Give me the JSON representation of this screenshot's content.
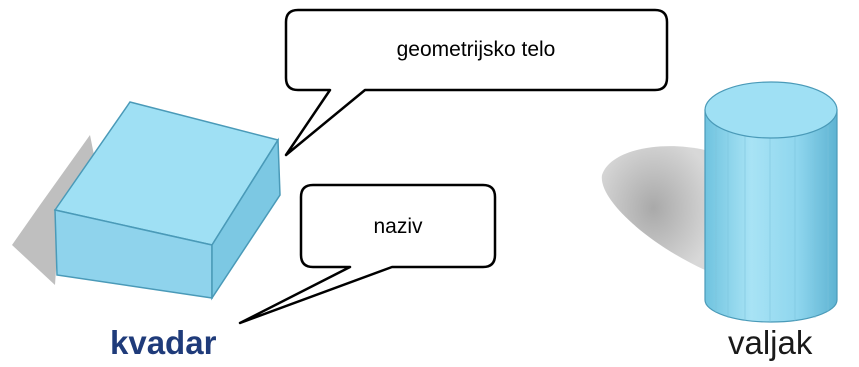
{
  "callouts": {
    "shape": "geometrijsko telo",
    "name": "naziv"
  },
  "labels": {
    "cuboid": "kvadar",
    "cylinder": "valjak"
  },
  "colors": {
    "solid_fill": "#8fd9f0",
    "solid_dark": "#5fb7d6",
    "solid_edge": "#4a9ab8",
    "shadow": "#bdbdbd",
    "highlight_label": "#1f3b7a",
    "plain_label": "#1a1a1a"
  }
}
